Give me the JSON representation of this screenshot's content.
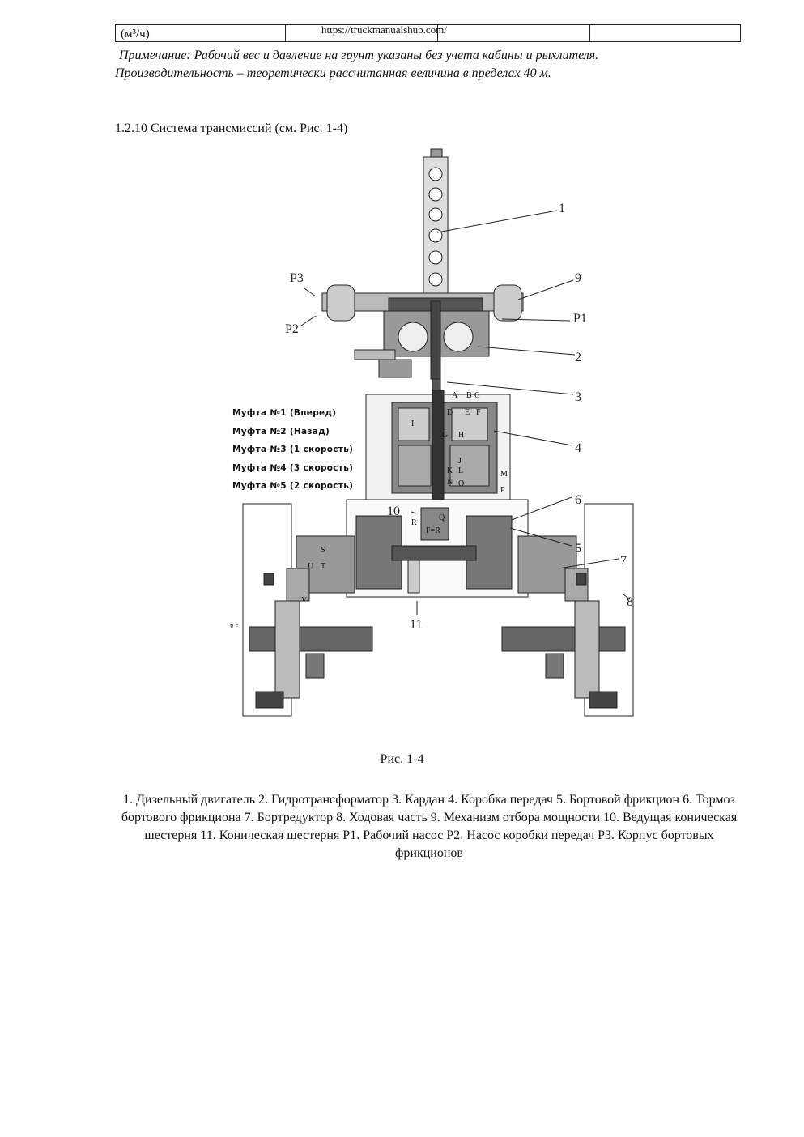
{
  "table": {
    "unit": "(м³/ч)",
    "url": "https://truckmanualshub.com/"
  },
  "note": {
    "line1": "Примечание: Рабочий вес и  давление на грунт указаны без учета кабины и рыхлителя.",
    "line2": "Производительность – теоретически рассчитанная величина в пределах 40 м."
  },
  "section": {
    "heading": "1.2.10 Система трансмиссий (см. Рис. 1-4)"
  },
  "figure": {
    "caption": "Рис. 1-4",
    "clutches": [
      "Муфта №1 (Вперед)",
      "Муфта №2 (Назад)",
      "Муфта №3 (1 скорость)",
      "Муфта №4 (3 скорость)",
      "Муфта №5 (2 скорость)"
    ],
    "callouts": {
      "n1": "1",
      "n2": "2",
      "n3": "3",
      "n4": "4",
      "n5": "5",
      "n6": "6",
      "n7": "7",
      "n8": "8",
      "n9": "9",
      "n10": "10",
      "n11": "11",
      "p1": "P1",
      "p2": "P2",
      "p3": "P3"
    },
    "letters": {
      "a": "A",
      "b": "B",
      "c": "C",
      "d": "D",
      "e": "E",
      "f": "F",
      "g": "G",
      "h": "H",
      "i": "I",
      "j": "J",
      "k": "K",
      "l": "L",
      "m": "M",
      "n": "N",
      "o": "O",
      "p": "P",
      "q": "Q",
      "r": "R",
      "s": "S",
      "t": "T",
      "u": "U",
      "v": "V",
      "fr": "F=R",
      "rf": "R F"
    }
  },
  "legend": {
    "text": "1. Дизельный двигатель  2. Гидротрансформатор  3. Кардан  4. Коробка передач  5. Бортовой фрикцион  6. Тормоз бортового фрикциона  7. Бортредуктор  8. Ходовая часть  9. Механизм отбора мощности  10. Ведущая коническая шестерня  11. Коническая шестерня  P1. Рабочий насос  P2. Насос коробки передач  P3. Корпус бортовых фрикционов"
  }
}
